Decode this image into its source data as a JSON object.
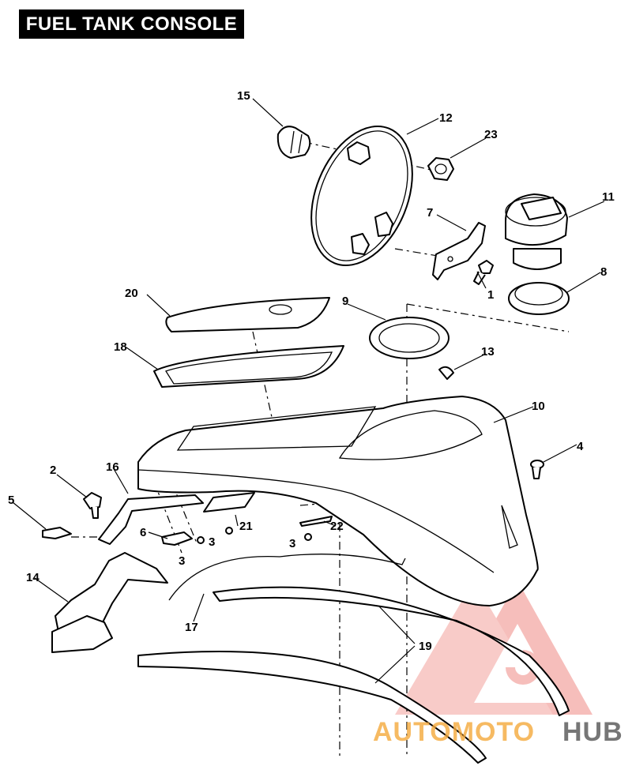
{
  "title": "FUEL TANK CONSOLE",
  "callouts": [
    "1",
    "2",
    "3",
    "3",
    "3",
    "4",
    "5",
    "6",
    "7",
    "8",
    "9",
    "10",
    "11",
    "12",
    "13",
    "14",
    "15",
    "16",
    "17",
    "18",
    "19",
    "20",
    "21",
    "22",
    "23"
  ],
  "watermark": {
    "part1": "AUTOMOTO",
    "part2": "HUB",
    "color1": "#f4a93c",
    "color2": "#555555",
    "logo_color": "#e8534a"
  }
}
